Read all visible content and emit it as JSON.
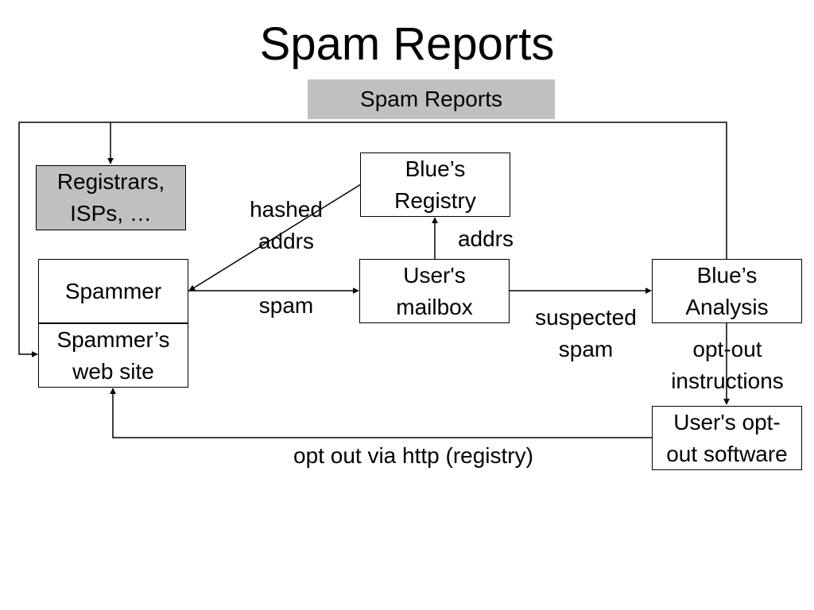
{
  "title": "Spam Reports",
  "nodes": {
    "spam_reports": "Spam Reports",
    "registrars": "Registrars,\nISPs, …",
    "blue_registry": "Blue’s\nRegistry",
    "spammer": "Spammer",
    "spammer_web_site": "Spammer’s\nweb site",
    "user_mailbox": "User's\nmailbox",
    "blue_analysis": "Blue’s\nAnalysis",
    "opt_out_software": "User's opt-\nout software"
  },
  "edges": {
    "hashed_addrs": "hashed\naddrs",
    "addrs": "addrs",
    "spam": "spam",
    "suspected_spam": "suspected\nspam",
    "opt_out_instructions": "opt-out\ninstructions",
    "opt_out_http": "opt out via http (registry)"
  },
  "colors": {
    "line": "#000000",
    "box_fill": "#ffffff",
    "highlight_fill": "#c0c0c0"
  }
}
